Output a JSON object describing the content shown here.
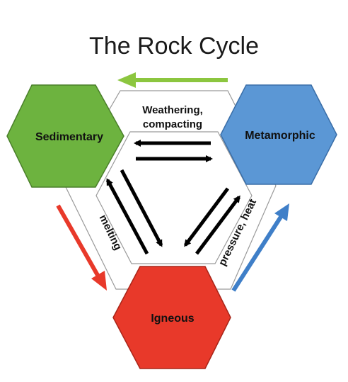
{
  "title": "The Rock Cycle",
  "nodes": {
    "sedimentary": {
      "label": "Sedimentary",
      "color": "#6db33f"
    },
    "metamorphic": {
      "label": "Metamorphic",
      "color": "#5b97d5"
    },
    "igneous": {
      "label": "Igneous",
      "color": "#e8392a"
    }
  },
  "labels": {
    "weathering_line1": "Weathering,",
    "weathering_line2": "compacting",
    "melting": "melting",
    "pressure_heat": "pressure, heat"
  },
  "arrow_colors": {
    "green": "#8cc63f",
    "red": "#e8392a",
    "blue": "#3f7fc8",
    "inner": "#000000"
  }
}
